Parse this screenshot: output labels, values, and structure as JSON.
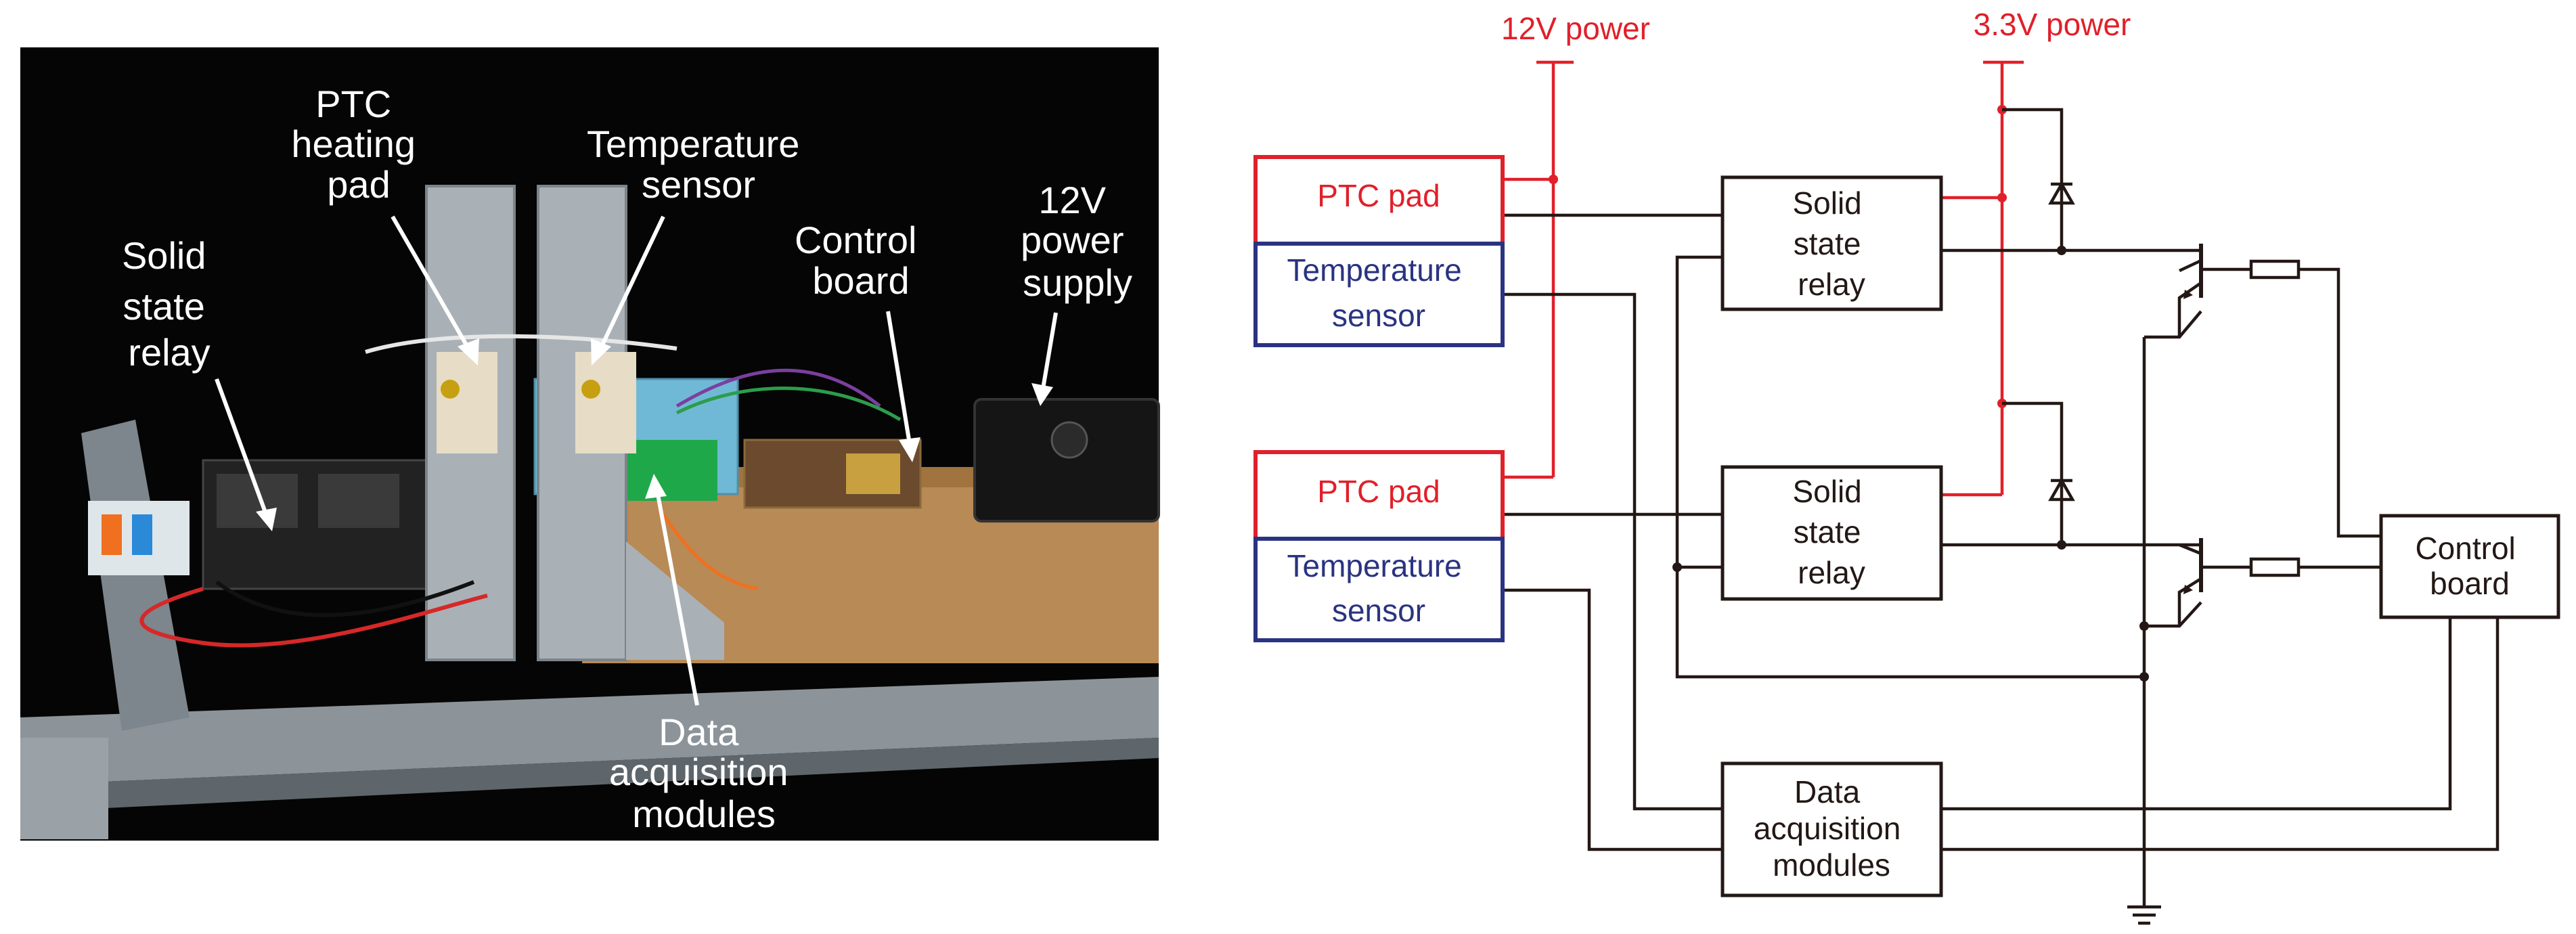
{
  "photo": {
    "labels": {
      "ptc": [
        "PTC",
        "heating",
        "pad"
      ],
      "temp": [
        "Temperature",
        "sensor"
      ],
      "relay": [
        "Solid",
        "state",
        "relay"
      ],
      "control": [
        "Control",
        "board"
      ],
      "power": [
        "12V",
        "power",
        "supply"
      ],
      "daq": [
        "Data",
        "acquisition",
        "modules"
      ]
    }
  },
  "schematic": {
    "power_12v": "12V power",
    "power_33v": "3.3V power",
    "ptc_top": "PTC pad",
    "temp_top": [
      "Temperature",
      "sensor"
    ],
    "ptc_bottom": "PTC pad",
    "temp_bottom": [
      "Temperature",
      "sensor"
    ],
    "relay_top": [
      "Solid",
      "state",
      "relay"
    ],
    "relay_bottom": [
      "Solid",
      "state",
      "relay"
    ],
    "control": [
      "Control",
      "board"
    ],
    "daq": [
      "Data",
      "acquisition",
      "modules"
    ]
  },
  "colors": {
    "power_line": "#e0202a",
    "ptc_border": "#e0202a",
    "sensor_border": "#2a3381",
    "wire": "#231815",
    "photo_background": "#000000"
  }
}
